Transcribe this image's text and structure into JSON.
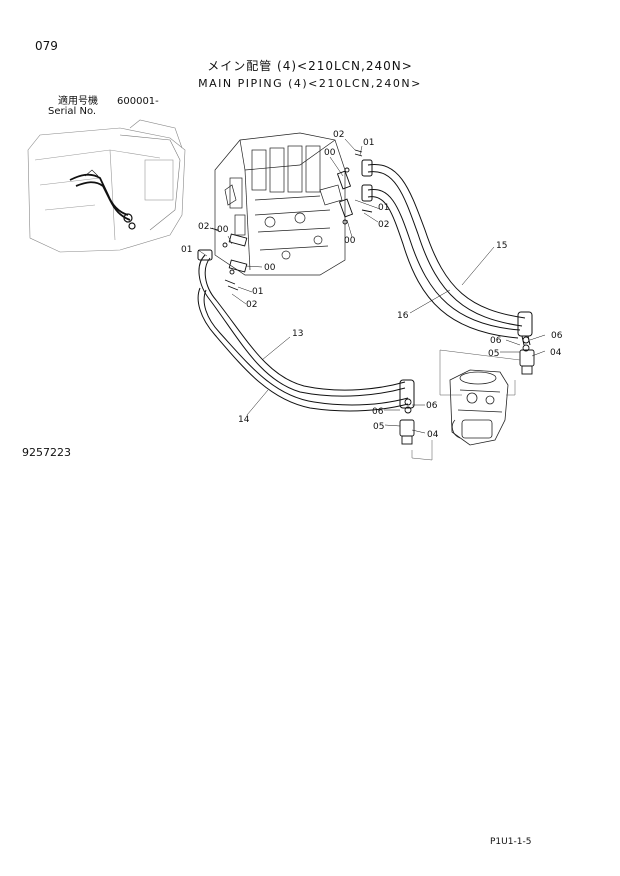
{
  "header": {
    "page_number": "079",
    "title_jp": "メイン配管 (4)<210LCN,240N>",
    "title_en": "MAIN PIPING (4)<210LCN,240N>",
    "serial_label_jp": "適用号機",
    "serial_value": "600001-",
    "serial_label_en": "Serial No."
  },
  "footer": {
    "drawing_number": "9257223",
    "page_code": "P1U1-1-5"
  },
  "callouts": {
    "c00a": "00",
    "c00b": "00",
    "c00c": "00",
    "c00d": "00",
    "c01a": "01",
    "c01b": "01",
    "c01c": "01",
    "c01d": "01",
    "c02a": "02",
    "c02b": "02",
    "c02c": "02",
    "c02d": "02",
    "c04a": "04",
    "c04b": "04",
    "c05a": "05",
    "c05b": "05",
    "c06a": "06",
    "c06b": "06",
    "c06c": "06",
    "c06d": "06",
    "c13": "13",
    "c14": "14",
    "c15": "15",
    "c16": "16"
  }
}
